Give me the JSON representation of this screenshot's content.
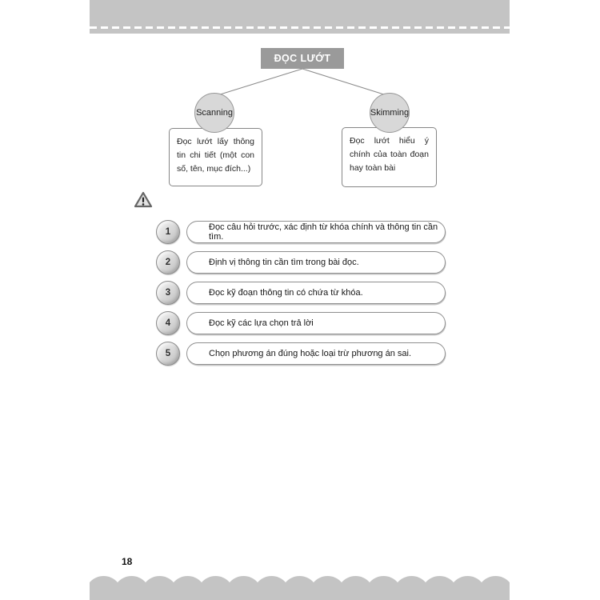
{
  "page": {
    "number": "18"
  },
  "flowchart": {
    "root": "ĐỌC LƯỚT",
    "branches": [
      {
        "label": "Scanning",
        "description": "Đọc lướt lấy thông tin chi tiết (một con số, tên, mục đích...)"
      },
      {
        "label": "Skimming",
        "description": "Đọc lướt hiểu ý chính của toàn đoạn hay toàn bài"
      }
    ]
  },
  "steps": [
    {
      "number": "1",
      "text": "Đọc câu hỏi trước, xác định từ khóa chính và thông tin cần tìm."
    },
    {
      "number": "2",
      "text": "Định vị thông tin cần tìm trong bài đọc."
    },
    {
      "number": "3",
      "text": "Đọc kỹ đoạn thông tin có chứa từ khóa."
    },
    {
      "number": "4",
      "text": "Đọc kỹ các lựa chọn trả lời"
    },
    {
      "number": "5",
      "text": "Chọn phương án đúng hoặc loại trừ phương án sai."
    }
  ],
  "icons": {
    "warning": "warning-triangle-icon"
  },
  "colors": {
    "band_gray": "#c4c4c4",
    "root_box_gray": "#9a9a9a",
    "node_fill": "#d8d8d8",
    "border_gray": "#8f8f8f",
    "text_dark": "#1f1f1f",
    "white": "#ffffff"
  }
}
